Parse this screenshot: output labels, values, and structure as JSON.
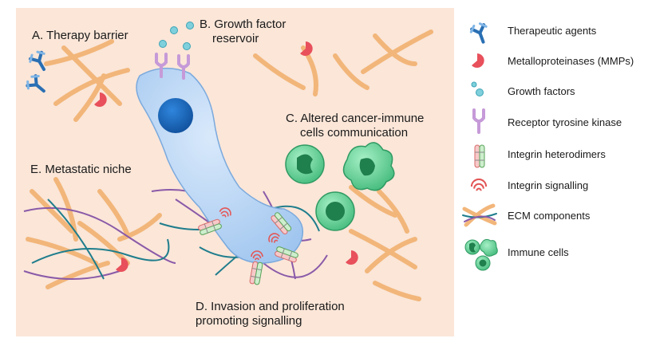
{
  "panel_labels": {
    "a": "A. Therapy barrier",
    "b_line1": "B. Growth factor",
    "b_line2": "reservoir",
    "c_line1": "C. Altered cancer-immune",
    "c_line2": "cells communication",
    "d_line1": "D. Invasion and proliferation",
    "d_line2": "promoting signalling",
    "e": "E. Metastatic niche"
  },
  "legend": [
    {
      "label": "Therapeutic agents",
      "icon": "antibody-icon"
    },
    {
      "label": "Metalloproteinases (MMPs)",
      "icon": "mmp-icon"
    },
    {
      "label": "Growth factors",
      "icon": "growth-factor-icon"
    },
    {
      "label": "Receptor tyrosine kinase",
      "icon": "receptor-icon"
    },
    {
      "label": "Integrin heterodimers",
      "icon": "integrin-icon"
    },
    {
      "label": "Integrin signalling",
      "icon": "signal-icon"
    },
    {
      "label": "ECM components",
      "icon": "ecm-icon"
    },
    {
      "label": "Immune cells",
      "icon": "immune-cells-icon"
    }
  ],
  "colors": {
    "background_panel": "#fbe6d8",
    "cell_body": "#b7d4f3",
    "nucleus": "#1a63b8",
    "collagen": "#f2b67a",
    "fiber_teal": "#1f7d8c",
    "fiber_purple": "#8a5aa8",
    "antibody": "#2a6fb3",
    "mmp": "#e8505b",
    "growth_factor": "#5bbccc",
    "receptor": "#c69ad8",
    "immune_cell": "#3fb878"
  }
}
